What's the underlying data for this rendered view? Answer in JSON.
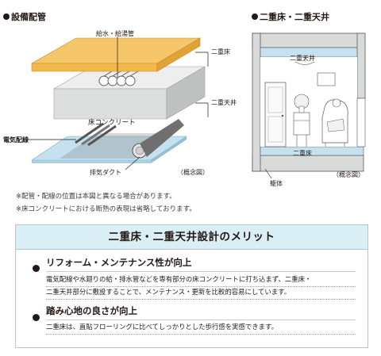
{
  "left_diagram": {
    "title": "設備配管",
    "label_pipes": "給水・給湯管",
    "label_double_floor": "二重床",
    "label_concrete": "床コンクリート",
    "label_double_ceiling": "二重天井",
    "label_wiring": "電気配線",
    "label_duct": "排気ダクト",
    "concept_label": "（概念図）"
  },
  "right_diagram": {
    "title": "二重床・二重天井",
    "label_ceiling": "二重天井",
    "label_floor": "二重床",
    "label_slab": "躯体",
    "concept_label": "（概念図）"
  },
  "notes": [
    "※配管・配線の位置は本図と異なる場合があります。",
    "※床コンクリートにおける断熱の表現は省略しております。"
  ],
  "merit": {
    "heading": "二重床・二重天井設計のメリット",
    "items": [
      {
        "title": "リフォーム・メンテナンス性が向上",
        "body": [
          "電気配線や水廻りの給・排水管などを専有部分の床コンクリートに打ち込まず、二重床・",
          "二重天井部分に敷設することで、メンテナンス・更新を比較的容易にしています。"
        ]
      },
      {
        "title": "踏み心地の良さが向上",
        "body": [
          "二重床は、直貼フローリングに比べてしっかりとした歩行感を実感できます。"
        ]
      }
    ]
  },
  "colors": {
    "floor_board": "#f2b84b",
    "concrete": "#dcdddd",
    "ceiling_board": "#c5e1ef",
    "merit_header": "#daeef6",
    "room_band": "#c5e1ef"
  }
}
